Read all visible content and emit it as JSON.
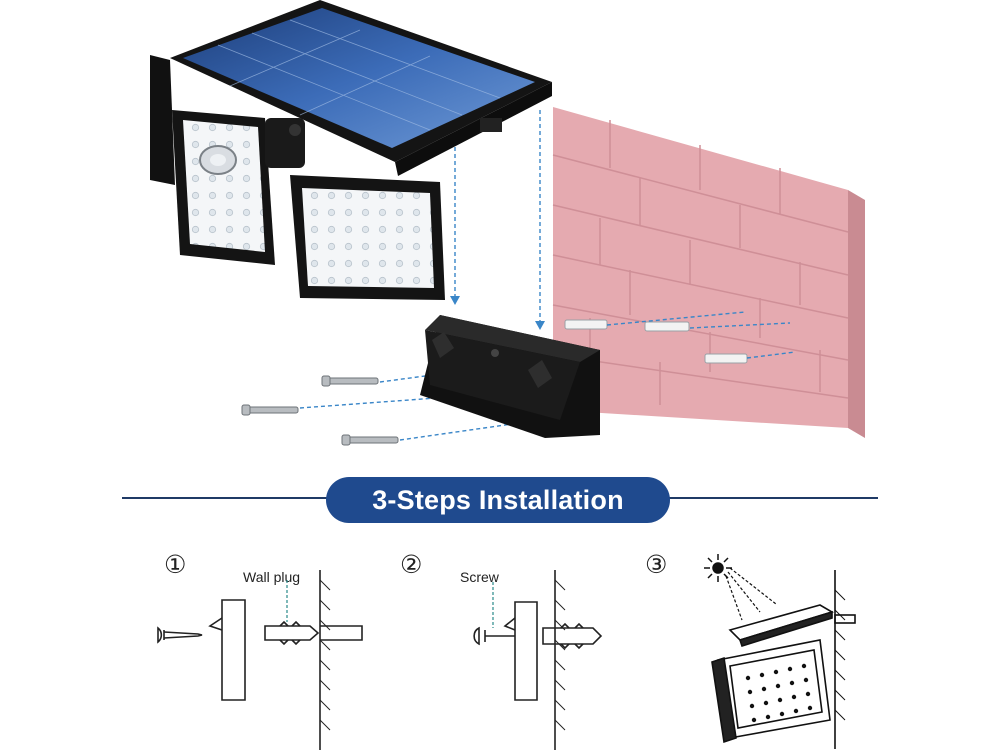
{
  "banner": {
    "title": "3-Steps Installation"
  },
  "steps": [
    {
      "number": "①",
      "label": "Wall plug"
    },
    {
      "number": "②",
      "label": "Screw"
    },
    {
      "number": "③",
      "label": ""
    }
  ],
  "colors": {
    "banner": "#1f4a8e",
    "wall": "#e3a7ad",
    "solar_panel": "#2f5aa0",
    "housing": "#1b1b1b",
    "guide_line": "#3a86c8"
  }
}
